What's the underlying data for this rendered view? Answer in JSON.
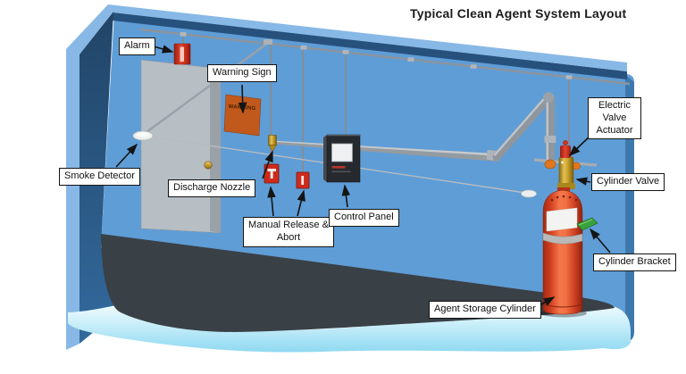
{
  "title": "Typical Clean Agent System Layout",
  "labels": {
    "alarm": "Alarm",
    "warning_sign": "Warning Sign",
    "smoke_detector": "Smoke Detector",
    "discharge_nozzle": "Discharge Nozzle",
    "manual_release_abort": "Manual Release & Abort",
    "control_panel": "Control Panel",
    "electric_valve_actuator": "Electric Valve Actuator",
    "cylinder_valve": "Cylinder Valve",
    "cylinder_bracket": "Cylinder Bracket",
    "agent_storage_cylinder": "Agent Storage Cylinder"
  },
  "warning_sign": {
    "text": "WARNING"
  },
  "colors": {
    "back_wall": "#5f9dd6",
    "left_wall": "#2d6399",
    "wall_edge_light": "#88b8e5",
    "ceiling_edge": "#27517d",
    "floor": "#394046",
    "water_band": "#93daf2",
    "door": "#b7bec4",
    "warning_sign_orange": "#c2591c",
    "alarm_red": "#df432d",
    "cylinder_red": "#f07043",
    "valve_brass": "#caa22a",
    "bracket_green": "#3aa23a",
    "pipe_gray": "#8f969d"
  }
}
